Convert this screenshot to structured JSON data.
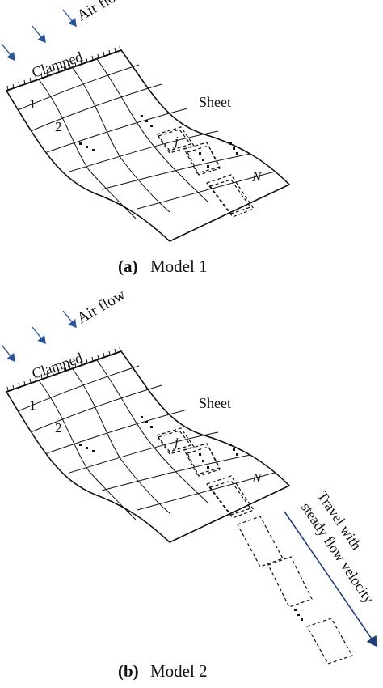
{
  "model1": {
    "caption_tag": "(a)",
    "caption_text": "Model 1",
    "air_flow": "Air flow",
    "clamped": "Clamped",
    "sheet": "Sheet",
    "label_1": "1",
    "label_2": "2",
    "label_j": "j",
    "label_n": "N"
  },
  "model2": {
    "caption_tag": "(b)",
    "caption_text": "Model 2",
    "air_flow": "Air flow",
    "clamped": "Clamped",
    "sheet": "Sheet",
    "label_1": "1",
    "label_2": "2",
    "label_j": "j",
    "label_n": "N",
    "travel_line1": "Travel with",
    "travel_line2": "steady flow velocity"
  },
  "colors": {
    "sheet_fill": "#ececec",
    "arrow": "#2a5599",
    "travel_arrow": "#1f3f7a"
  }
}
